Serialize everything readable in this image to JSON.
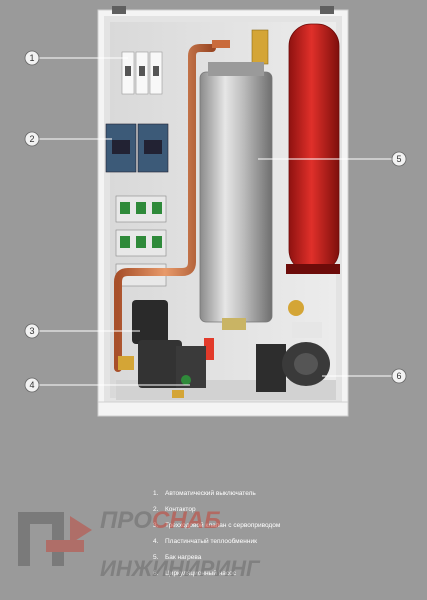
{
  "callouts": [
    "1",
    "2",
    "3",
    "4",
    "5",
    "6"
  ],
  "legend": [
    {
      "num": "1.",
      "text": "Автоматический выключатель"
    },
    {
      "num": "2.",
      "text": "Контактор"
    },
    {
      "num": "3.",
      "text": "Трехходовой клапан с сервоприводом"
    },
    {
      "num": "4.",
      "text": "Пластинчатый теплообменник"
    },
    {
      "num": "5.",
      "text": "Бак нагрева"
    },
    {
      "num": "6.",
      "text": "Циркуляционный насос"
    }
  ],
  "watermark": {
    "line1a": "ПРО",
    "line1b": "СНАБ",
    "line2": "ИНЖИНИРИНГ"
  },
  "colors": {
    "background": "#9a9a9a",
    "cabinet": "#f4f4f4",
    "expansion_tank": "#c4201b",
    "pipe": "#c96b3c"
  }
}
